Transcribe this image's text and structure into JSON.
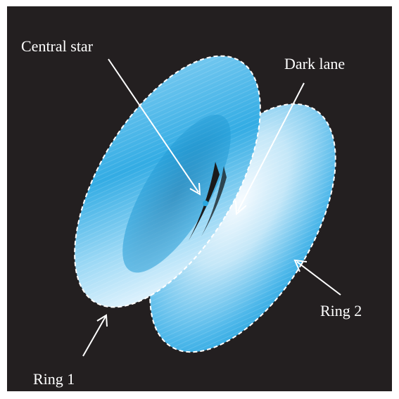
{
  "labels": {
    "central_star": "Central star",
    "dark_lane": "Dark lane",
    "ring1": "Ring 1",
    "ring2": "Ring 2"
  },
  "colors": {
    "background": "#231f20",
    "frame": "#ffffff",
    "ring_light": "#e6f4fc",
    "ring_mid": "#5cc0ee",
    "ring_deep": "#1c9fdc",
    "star": "#29a8e0",
    "outline": "#ffffff",
    "arrow": "#ffffff",
    "label_text": "#ffffff"
  }
}
